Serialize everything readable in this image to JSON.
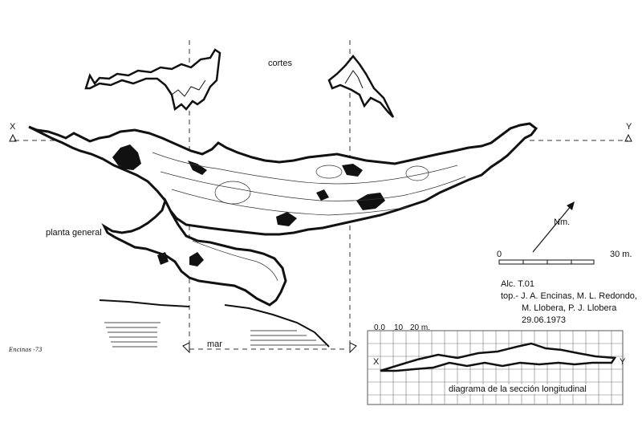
{
  "labels": {
    "cortes": "cortes",
    "planta": "planta general",
    "mar": "mar",
    "north": "Nm.",
    "x_left": "X",
    "y_right": "Y",
    "diagram_x": "X",
    "diagram_y": "Y",
    "signature": "Encinas -73"
  },
  "scale": {
    "start": "0",
    "end": "30 m."
  },
  "diagram": {
    "scale_ticks": [
      "0.0",
      "10",
      "20 m."
    ],
    "caption": "diagrama de la sección longitudinal"
  },
  "credits": {
    "code": "Alc. T.01",
    "line1": "top.- J. A. Encinas, M. L. Redondo,",
    "line2": "M. Llobera, P. J. Llobera",
    "date": "29.06.1973"
  },
  "colors": {
    "ink": "#111111",
    "paper": "#ffffff",
    "grid": "#555555"
  }
}
